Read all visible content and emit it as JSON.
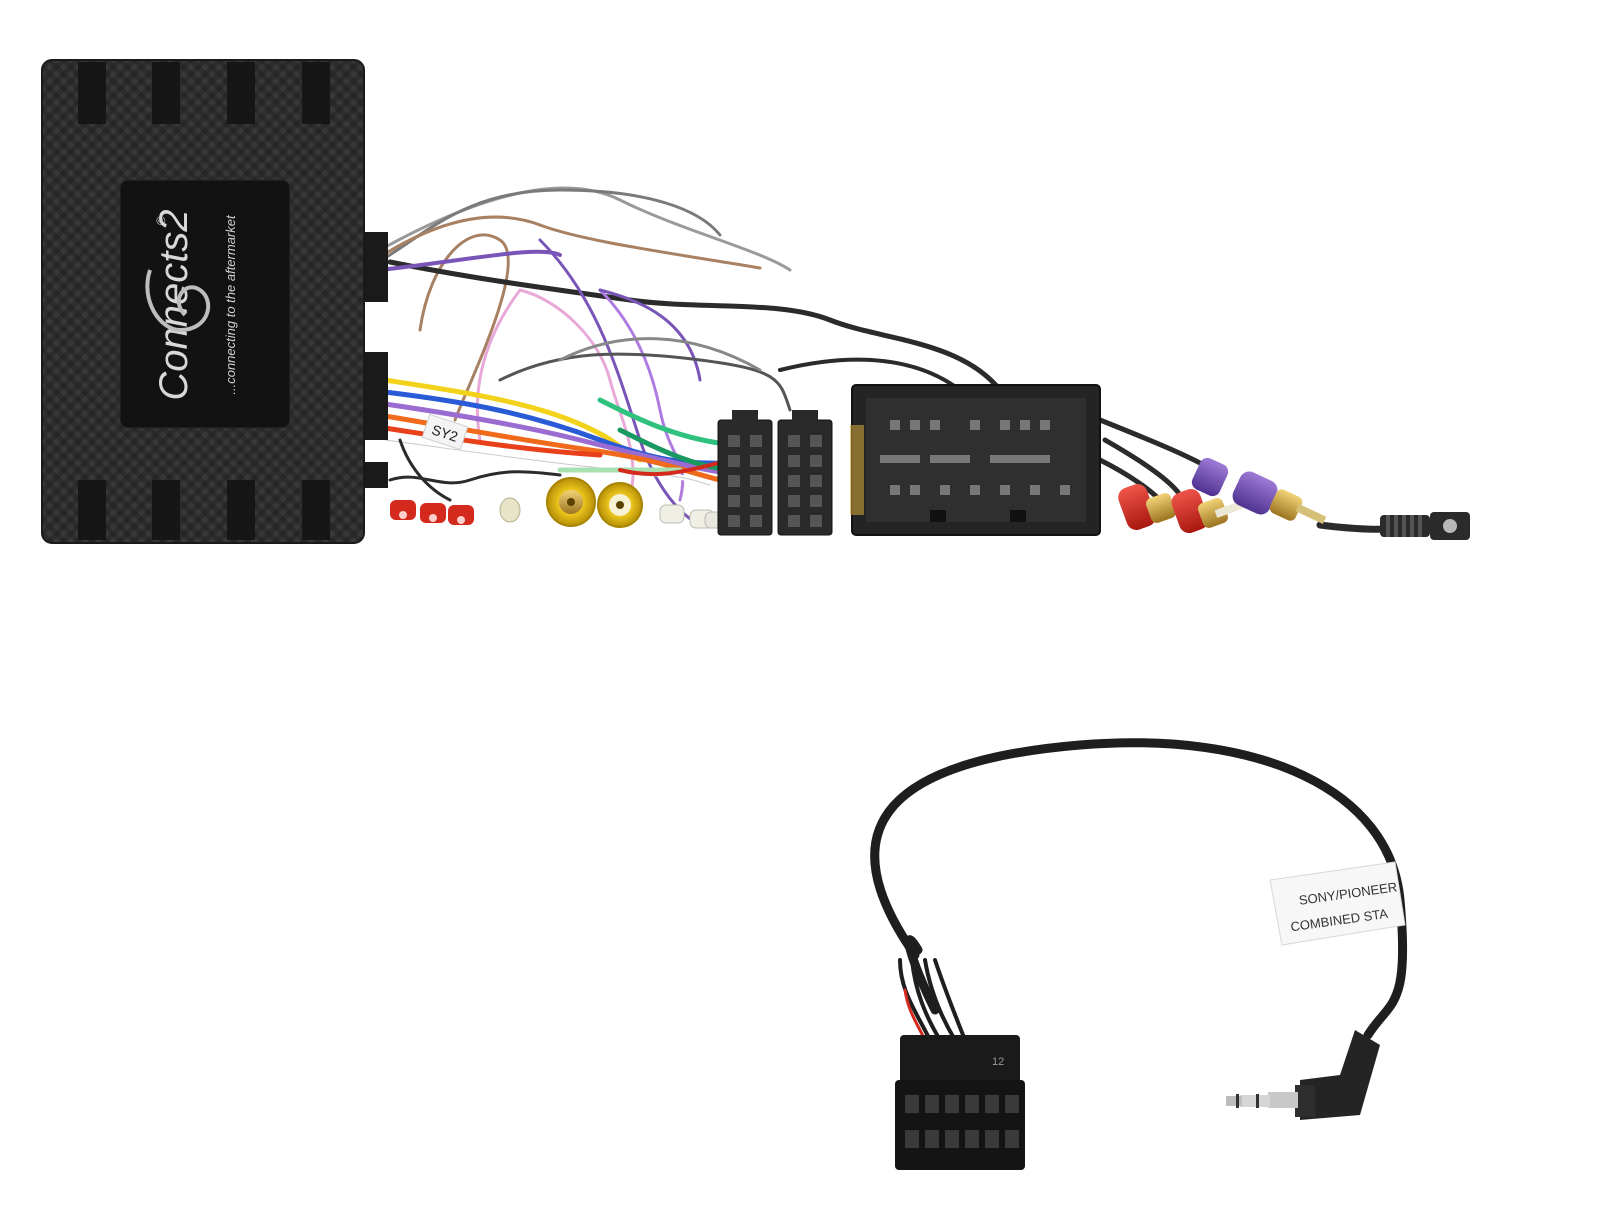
{
  "product": {
    "brand_logo_text": "Connects2",
    "registered_mark": "®",
    "tagline": "...connecting to the aftermarket",
    "wire_label": "SY2",
    "lead_label_line1": "SONY/PIONEER",
    "lead_label_line2": "COMBINED STA",
    "connector_pin_marking": "12"
  },
  "colors": {
    "background": "#ffffff",
    "module_body": "#2b2b2b",
    "logo_panel": "#141414",
    "connector_black": "#1f1f1f",
    "cable_black": "#222222",
    "rca_red": "#d42a1e",
    "rca_yellow": "#e8c21a",
    "rca_purple": "#7a55b8",
    "gold": "#c9a23a"
  },
  "icons": [
    "interface-module",
    "iso-connector",
    "vehicle-harness-connector",
    "rca-plug",
    "jack-plug",
    "molex-connector"
  ]
}
